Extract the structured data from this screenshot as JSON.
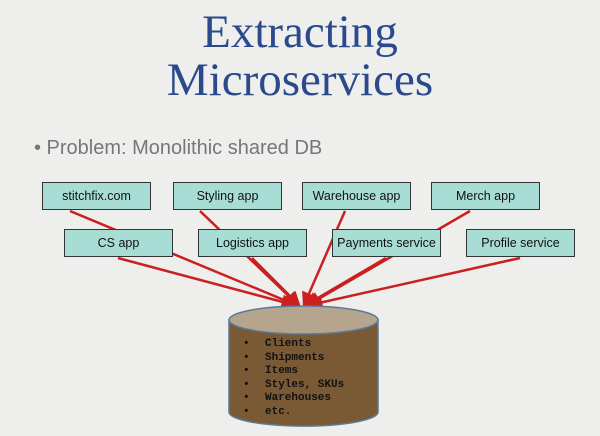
{
  "title": {
    "line1": "Extracting",
    "line2": "Microservices"
  },
  "bullet": "•  Problem:  Monolithic shared DB",
  "apps_row1": [
    "stitchfix.com",
    "Styling app",
    "Warehouse app",
    "Merch app"
  ],
  "apps_row2": [
    "CS app",
    "Logistics app",
    "Payments service",
    "Profile service"
  ],
  "db_items": [
    "Clients",
    "Shipments",
    "Items",
    "Styles, SKUs",
    "Warehouses",
    "etc."
  ],
  "colors": {
    "title": "#2a4a8c",
    "box": "#a8ddd5",
    "line": "#cc1f1f",
    "db": "#7a5a34"
  }
}
